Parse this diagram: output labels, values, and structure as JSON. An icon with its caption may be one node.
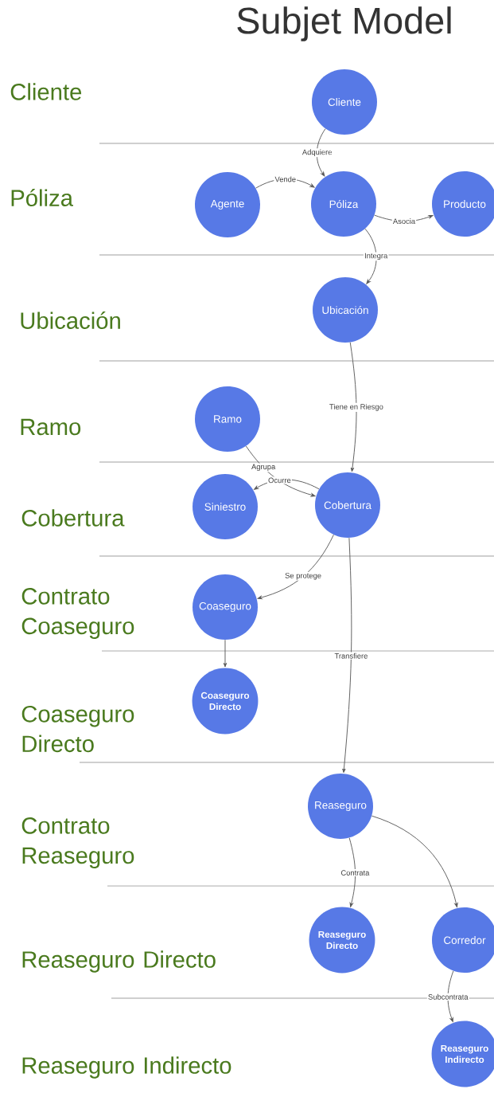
{
  "diagram": {
    "title": "Subjet Model",
    "nodes": [
      {
        "text": [
          "Cliente"
        ]
      },
      {
        "text": [
          "Agente"
        ]
      },
      {
        "text": [
          "Póliza"
        ]
      },
      {
        "text": [
          "Producto"
        ]
      },
      {
        "text": [
          "Ubicación"
        ]
      },
      {
        "text": [
          "Ramo"
        ]
      },
      {
        "text": [
          "Siniestro"
        ]
      },
      {
        "text": [
          "Cobertura"
        ]
      },
      {
        "text": [
          "Coaseguro"
        ]
      },
      {
        "text": [
          "Coaseguro Directo"
        ]
      },
      {
        "text": [
          "Reaseguro"
        ]
      },
      {
        "text": [
          "Reaseguro Directo"
        ]
      },
      {
        "text": [
          "Corredor"
        ]
      },
      {
        "text": [
          "Reaseguro Indirecto"
        ]
      }
    ],
    "edges": [
      {
        "from": 0,
        "to": 2,
        "arrow": "to",
        "label": "Adquiere"
      },
      {
        "from": 1,
        "to": 2,
        "arrow": "to",
        "label": "Vende"
      },
      {
        "from": 2,
        "to": 3,
        "arrow": "to",
        "label": "Asocia"
      },
      {
        "from": 2,
        "to": 4,
        "arrow": "to",
        "label": "Integra"
      },
      {
        "from": 4,
        "to": 7,
        "arrow": "to",
        "label": "Tiene en Riesgo"
      },
      {
        "from": 5,
        "to": 7,
        "arrow": "to",
        "label": "Agrupa"
      },
      {
        "from": 7,
        "to": 6,
        "arrow": "to",
        "label": "Ocurre"
      },
      {
        "from": 7,
        "to": 8,
        "arrow": "to",
        "label": "Se protege"
      },
      {
        "from": 8,
        "to": 9,
        "arrow": "to"
      },
      {
        "from": 7,
        "to": 10,
        "arrow": "to",
        "label": "Transfiere"
      },
      {
        "from": 10,
        "to": 11,
        "arrow": "to",
        "label": "Contrata"
      },
      {
        "from": 10,
        "to": 12,
        "arrow": "to"
      },
      {
        "from": 12,
        "to": 13,
        "arrow": "to",
        "label": "Subcontrata"
      }
    ],
    "labels": [
      "Cliente",
      "Póliza",
      "Ubicación",
      "Ramo",
      "Cobertura",
      "Contrato Coaseguro",
      "Coaseguro Directo",
      "Contrato Reaseguro",
      "Reaseguro Directo",
      "Reaseguro Indirecto"
    ]
  }
}
